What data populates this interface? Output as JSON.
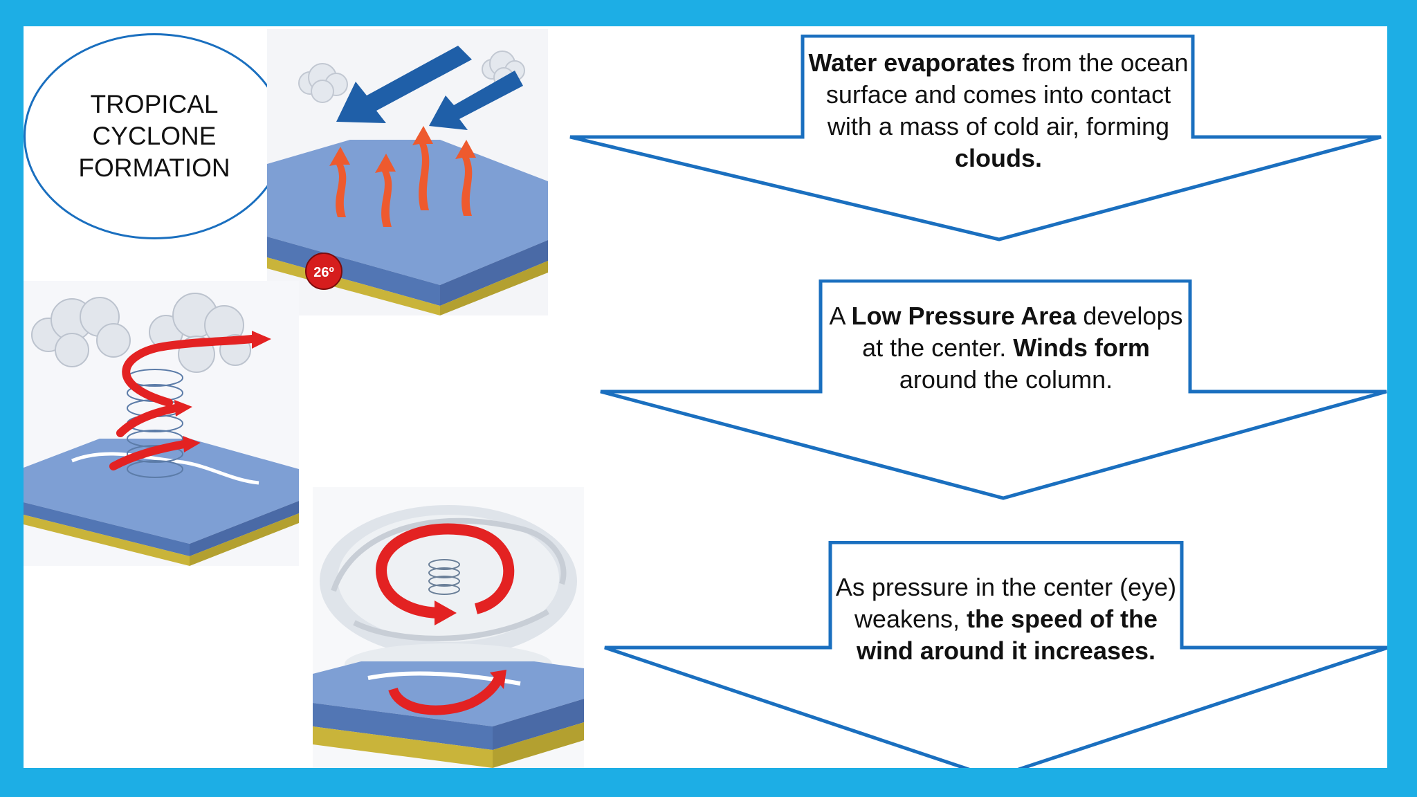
{
  "title": {
    "line1": "TROPICAL",
    "line2": "CYCLONE",
    "line3": "FORMATION"
  },
  "colors": {
    "frame": "#1daee5",
    "arrow_outline": "#1a6fbf",
    "ocean": "#7e9fd4",
    "ground": "#c9b43a",
    "heat_arrow": "#ee5a2e",
    "wind_arrow": "#1f5fa8",
    "rotation_arrow": "#e32222"
  },
  "steps": [
    {
      "parts": [
        {
          "text": "Water evaporates",
          "bold": true
        },
        {
          "text": " from the ocean surface and comes into contact with a mass of cold air, forming ",
          "bold": false
        },
        {
          "text": "clouds.",
          "bold": true
        }
      ]
    },
    {
      "parts": [
        {
          "text": "A ",
          "bold": false
        },
        {
          "text": "Low Pressure Area",
          "bold": true
        },
        {
          "text": " develops at the center. ",
          "bold": false
        },
        {
          "text": "Winds form",
          "bold": true
        },
        {
          "text": " around the column.",
          "bold": false
        }
      ]
    },
    {
      "parts": [
        {
          "text": "As pressure in the center (eye) weakens, ",
          "bold": false
        },
        {
          "text": "the speed of the wind around it increases.",
          "bold": true
        }
      ]
    }
  ],
  "illustrations": {
    "evaporation": {
      "temperature_badge": "26º"
    },
    "column": {},
    "cyclone": {}
  }
}
